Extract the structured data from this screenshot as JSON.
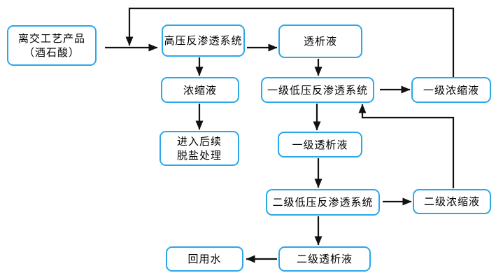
{
  "colors": {
    "box_border": "#2BA8E8",
    "arrow": "#111111",
    "background": "#FFFFFF",
    "text": "#000000"
  },
  "nodes": {
    "source": {
      "line1": "离交工艺产品",
      "line2": "（酒石酸）"
    },
    "hp_ro": {
      "label": "高压反渗透系统"
    },
    "dialysate": {
      "label": "透析液"
    },
    "concentrate": {
      "label": "浓缩液"
    },
    "desalination": {
      "line1": "进入后续",
      "line2": "脱盐处理"
    },
    "lv1_ro": {
      "label": "一级低压反渗透系统"
    },
    "lv1_concentrate": {
      "label": "一级浓缩液"
    },
    "lv1_dialysate": {
      "label": "一级透析液"
    },
    "lv2_ro": {
      "label": "二级低压反渗透系统"
    },
    "lv2_concentrate": {
      "label": "二级浓缩液"
    },
    "lv2_dialysate": {
      "label": "二级透析液"
    },
    "reuse_water": {
      "label": "回用水"
    }
  },
  "edges": [
    {
      "from": "离交工艺产品（酒石酸）",
      "to": "高压反渗透系统"
    },
    {
      "from": "高压反渗透系统",
      "to": "透析液"
    },
    {
      "from": "高压反渗透系统",
      "to": "浓缩液"
    },
    {
      "from": "浓缩液",
      "to": "进入后续脱盐处理"
    },
    {
      "from": "透析液",
      "to": "一级低压反渗透系统"
    },
    {
      "from": "一级低压反渗透系统",
      "to": "一级浓缩液"
    },
    {
      "from": "一级浓缩液",
      "to": "高压反渗透系统"
    },
    {
      "from": "一级低压反渗透系统",
      "to": "一级透析液"
    },
    {
      "from": "一级透析液",
      "to": "二级低压反渗透系统"
    },
    {
      "from": "二级低压反渗透系统",
      "to": "二级浓缩液"
    },
    {
      "from": "二级浓缩液",
      "to": "一级低压反渗透系统"
    },
    {
      "from": "二级低压反渗透系统",
      "to": "二级透析液"
    },
    {
      "from": "二级透析液",
      "to": "回用水"
    }
  ]
}
